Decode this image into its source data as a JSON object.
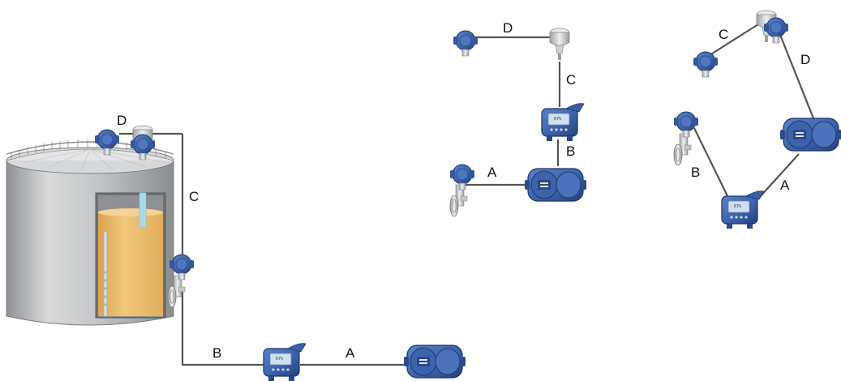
{
  "labels": {
    "left_D": "D",
    "left_C": "C",
    "left_B": "B",
    "left_A": "A",
    "mid_D": "D",
    "mid_C": "C",
    "mid_B": "B",
    "mid_A": "A",
    "right_C": "C",
    "right_D": "D",
    "right_B": "B",
    "right_A": "A"
  },
  "display_readout": "67%",
  "colors": {
    "device_blue": "#3a5fa8",
    "device_dark": "#23407e",
    "wire": "#555555",
    "tank_grey": "#b7b9bb",
    "liquid": "#e8b968",
    "probe_cyan": "#a9dcea"
  }
}
